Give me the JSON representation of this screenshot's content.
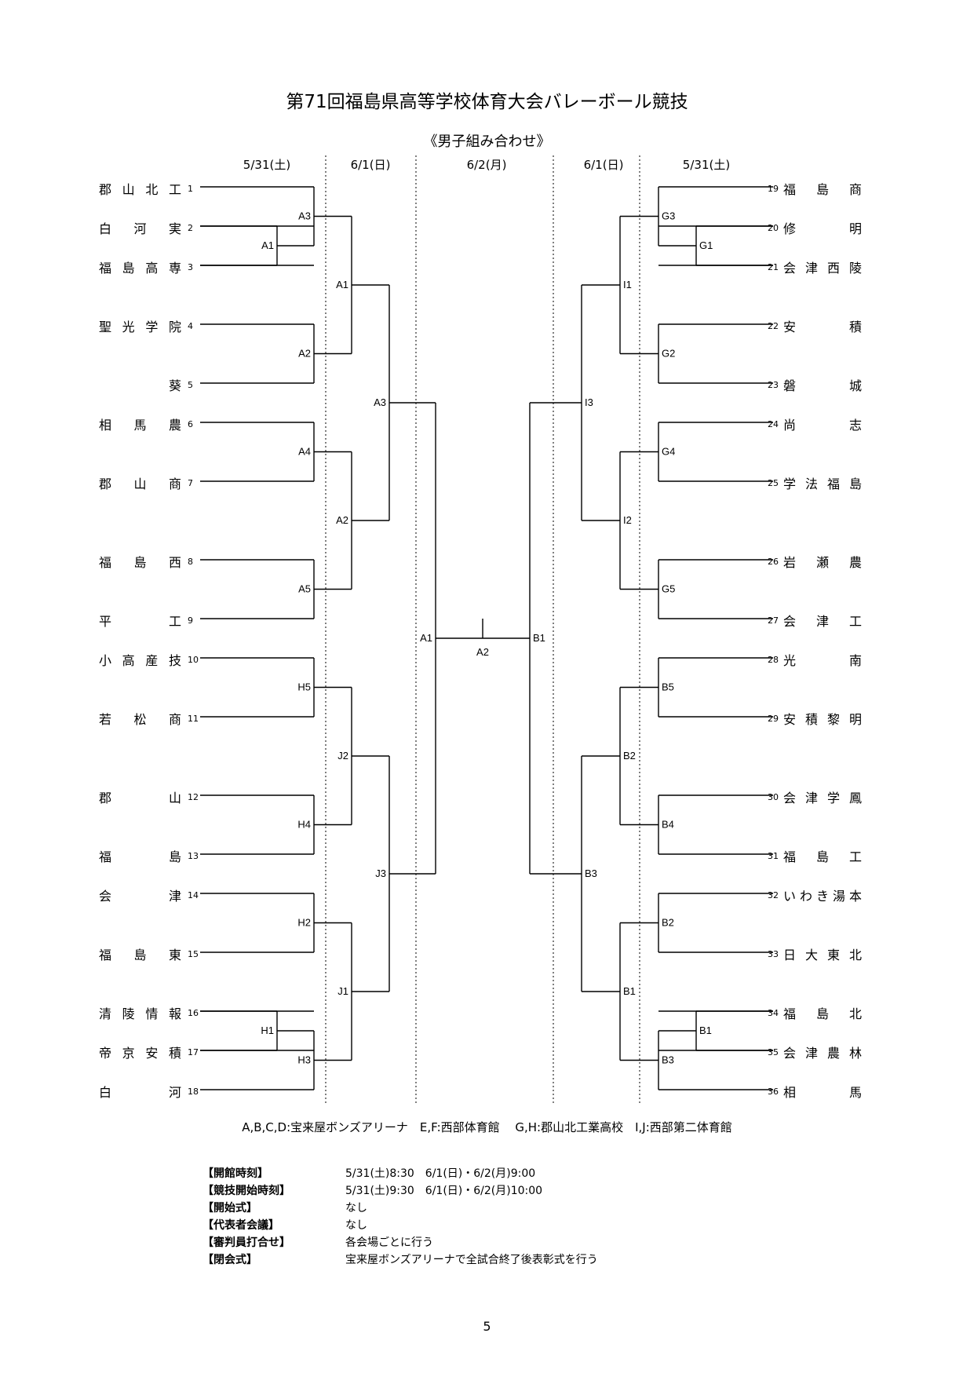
{
  "header": {
    "title": "第71回福島県高等学校体育大会バレーボール競技",
    "subtitle": "《男子組み合わせ》"
  },
  "dates": [
    "5/31(土)",
    "6/1(日)",
    "6/2(月)",
    "6/1(日)",
    "5/31(土)"
  ],
  "left_teams": [
    {
      "name": "郡山北工",
      "num": "1"
    },
    {
      "name": "白河実",
      "num": "2"
    },
    {
      "name": "福島高専",
      "num": "3"
    },
    {
      "name": "聖光学院",
      "num": "4"
    },
    {
      "name": "葵",
      "num": "5"
    },
    {
      "name": "相馬農",
      "num": "6"
    },
    {
      "name": "郡山商",
      "num": "7"
    },
    {
      "name": "福島西",
      "num": "8"
    },
    {
      "name": "平工",
      "num": "9"
    },
    {
      "name": "小高産技",
      "num": "10"
    },
    {
      "name": "若松商",
      "num": "11"
    },
    {
      "name": "郡山",
      "num": "12"
    },
    {
      "name": "福島",
      "num": "13"
    },
    {
      "name": "会津",
      "num": "14"
    },
    {
      "name": "福島東",
      "num": "15"
    },
    {
      "name": "清陵情報",
      "num": "16"
    },
    {
      "name": "帝京安積",
      "num": "17"
    },
    {
      "name": "白河",
      "num": "18"
    }
  ],
  "right_teams": [
    {
      "name": "福島商",
      "num": "19"
    },
    {
      "name": "修明",
      "num": "20"
    },
    {
      "name": "会津西陵",
      "num": "21"
    },
    {
      "name": "安積",
      "num": "22"
    },
    {
      "name": "磐城",
      "num": "23"
    },
    {
      "name": "尚志",
      "num": "24"
    },
    {
      "name": "学法福島",
      "num": "25"
    },
    {
      "name": "岩瀬農",
      "num": "26"
    },
    {
      "name": "会津工",
      "num": "27"
    },
    {
      "name": "光南",
      "num": "28"
    },
    {
      "name": "安積黎明",
      "num": "29"
    },
    {
      "name": "会津学鳳",
      "num": "30"
    },
    {
      "name": "福島工",
      "num": "31"
    },
    {
      "name": "いわき湯本",
      "num": "32"
    },
    {
      "name": "日大東北",
      "num": "33"
    },
    {
      "name": "福島北",
      "num": "34"
    },
    {
      "name": "会津農林",
      "num": "35"
    },
    {
      "name": "相馬",
      "num": "36"
    }
  ],
  "match_labels": {
    "left_r0": [
      "A1",
      "H1"
    ],
    "left_r1": [
      "A3",
      "A2",
      "A4",
      "A5",
      "H5",
      "H4",
      "H2",
      "H3"
    ],
    "left_r2": [
      "A1",
      "A2",
      "J2",
      "J1"
    ],
    "left_r3": [
      "A3",
      "J3"
    ],
    "left_r4": [
      "A1"
    ],
    "right_r0": [
      "G1",
      "B1"
    ],
    "right_r1": [
      "G3",
      "G2",
      "G4",
      "G5",
      "B5",
      "B4",
      "B2",
      "B3"
    ],
    "right_r2": [
      "I1",
      "I2",
      "B2",
      "B1"
    ],
    "right_r3": [
      "I3",
      "B3"
    ],
    "right_r4": [
      "B1"
    ],
    "final": [
      "A2"
    ]
  },
  "venues": "A,B,C,D:宝来屋ボンズアリーナ　E,F:西部体育館　 G,H:郡山北工業高校　I,J:西部第二体育館",
  "schedule": [
    {
      "label": "【開館時刻】",
      "value": "5/31(土)8:30　6/1(日)・6/2(月)9:00"
    },
    {
      "label": "【競技開始時刻】",
      "value": "5/31(土)9:30　6/1(日)・6/2(月)10:00"
    },
    {
      "label": "【開始式】",
      "value": "なし"
    },
    {
      "label": "【代表者会議】",
      "value": "なし"
    },
    {
      "label": "【審判員打合せ】",
      "value": "各会場ごとに行う"
    },
    {
      "label": "【閉会式】",
      "value": "宝来屋ボンズアリーナで全試合終了後表彰式を行う"
    }
  ],
  "page_number": "5"
}
